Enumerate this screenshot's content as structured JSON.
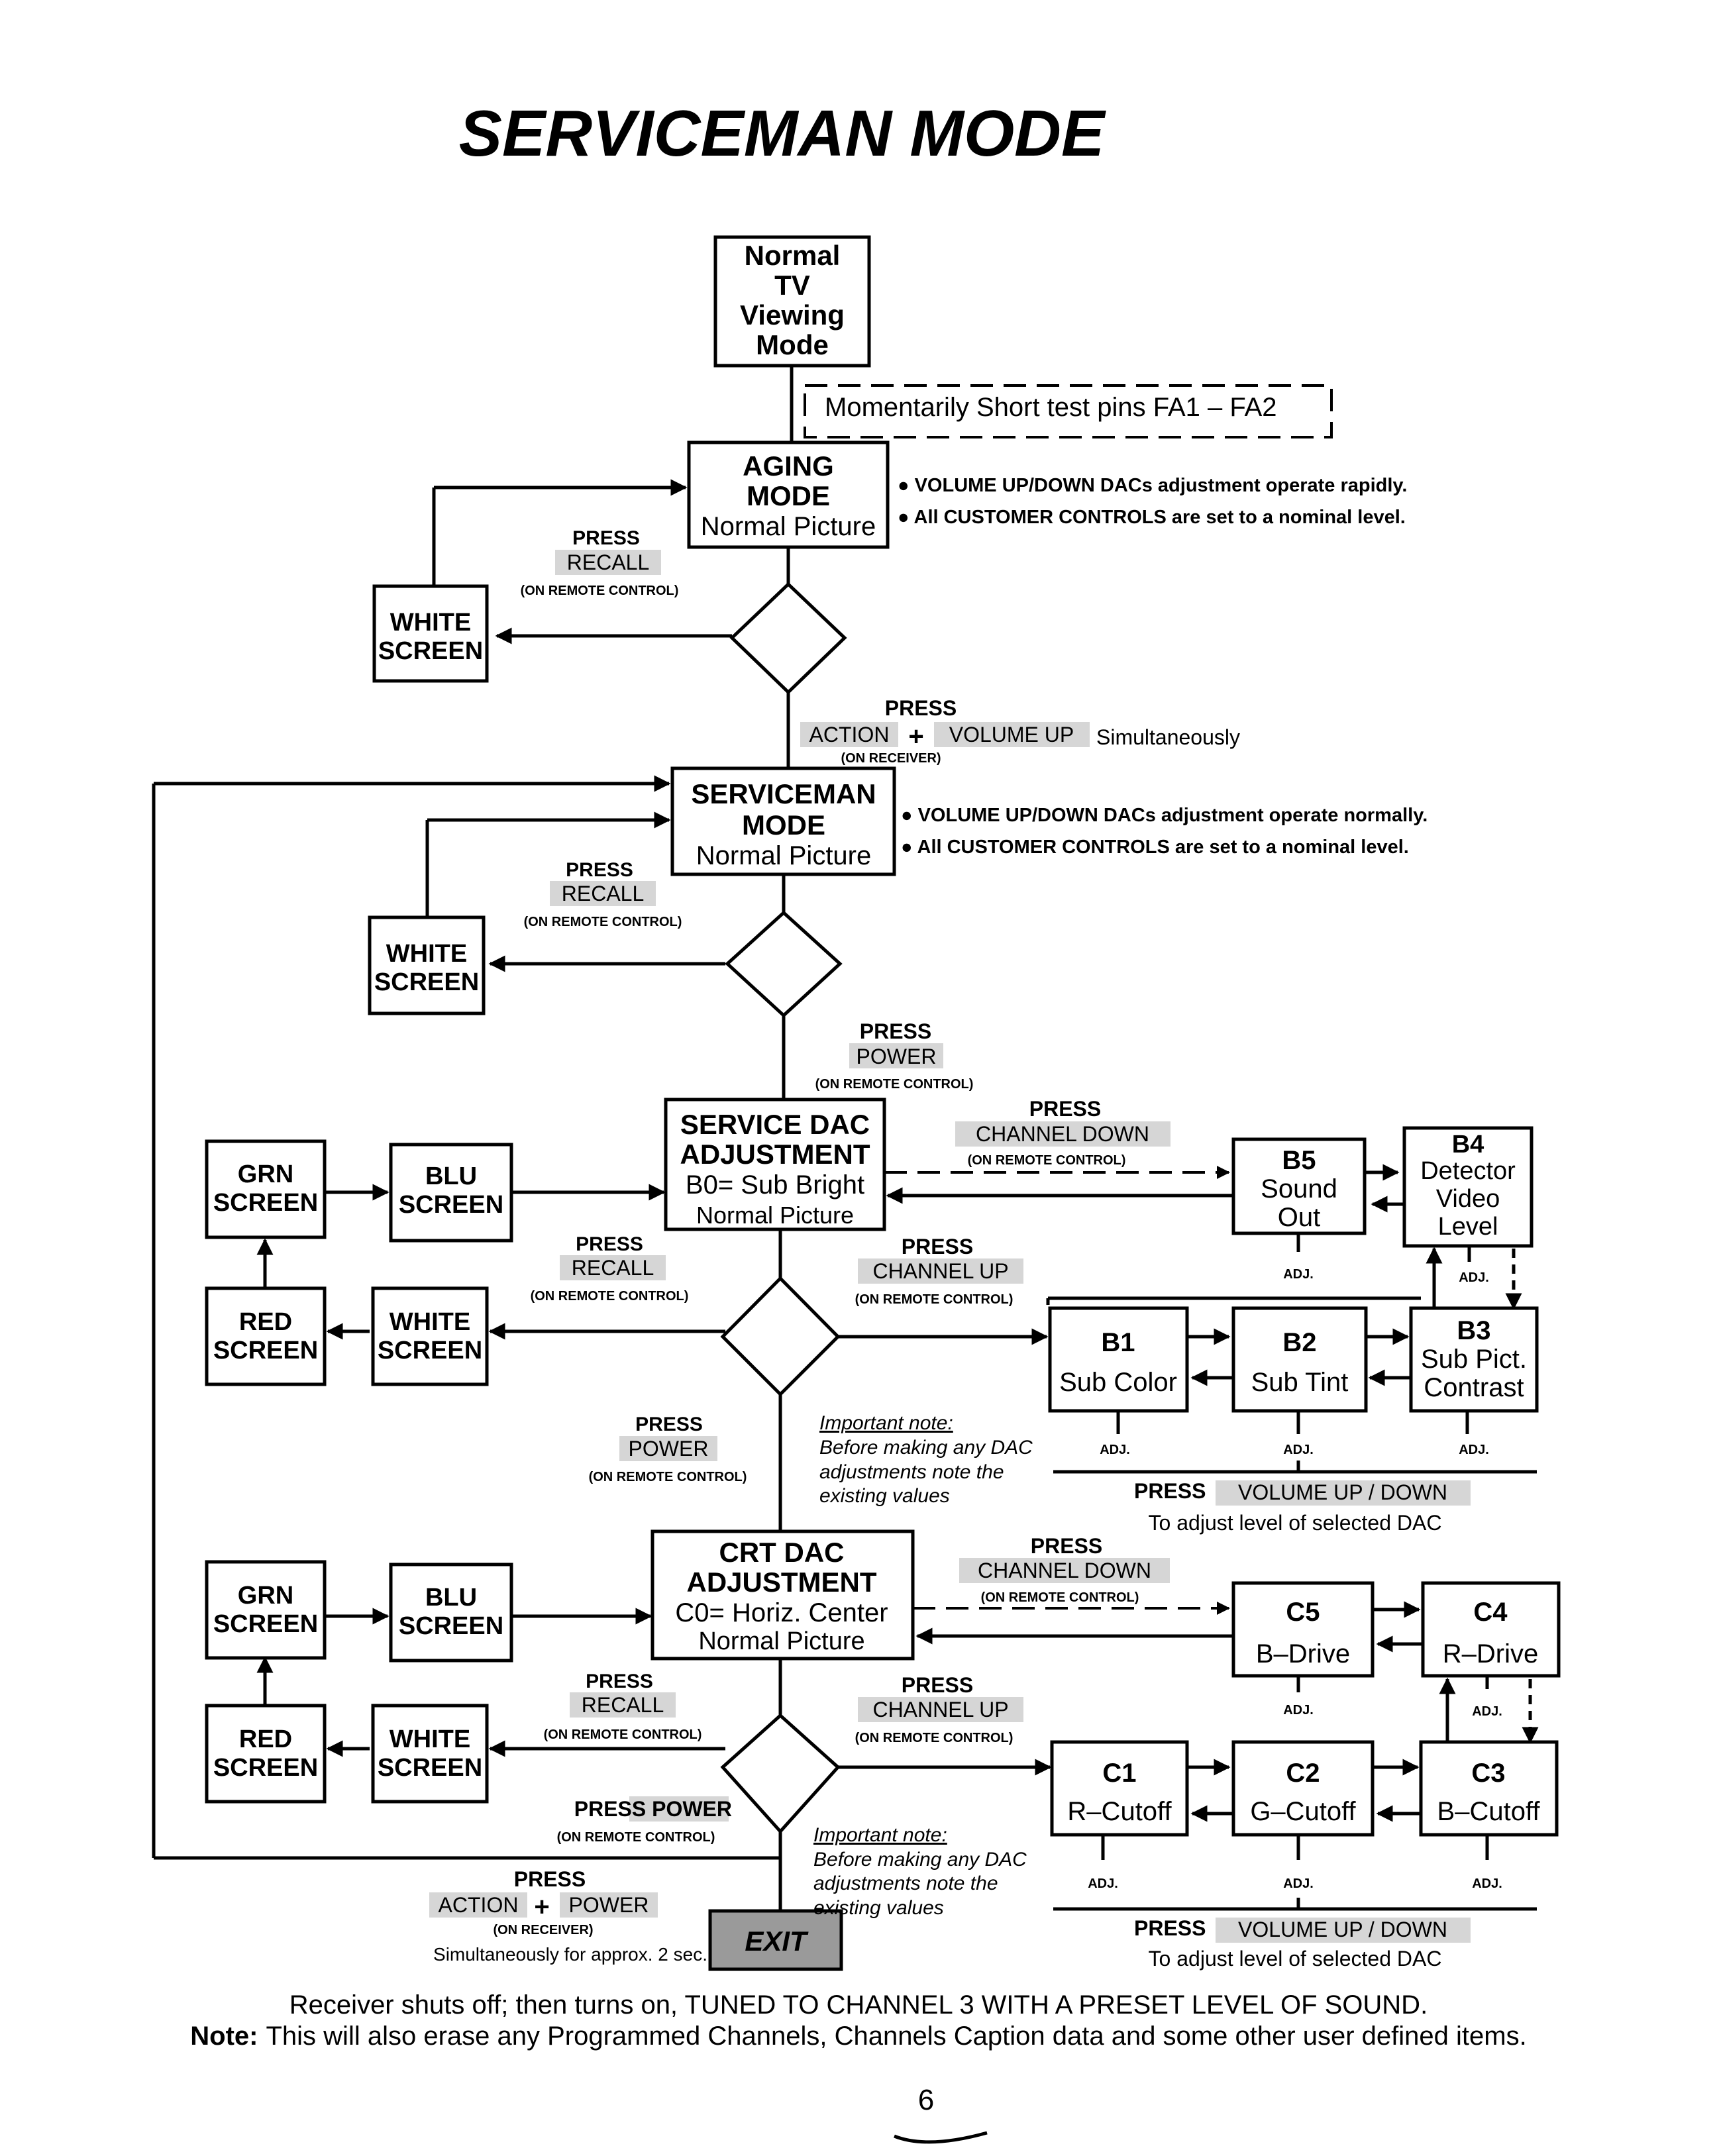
{
  "title": "SERVICEMAN MODE",
  "boxes": {
    "normal_tv": [
      "Normal",
      "TV",
      "Viewing",
      "Mode"
    ],
    "test_pins": "Momentarily Short test pins FA1 – FA2",
    "aging": [
      "AGING",
      "MODE",
      "Normal Picture"
    ],
    "serviceman": [
      "SERVICEMAN",
      "MODE",
      "Normal Picture"
    ],
    "service_dac": [
      "SERVICE DAC",
      "ADJUSTMENT",
      "B0= Sub Bright",
      "Normal Picture"
    ],
    "crt_dac": [
      "CRT DAC",
      "ADJUSTMENT",
      "C0= Horiz. Center",
      "Normal Picture"
    ],
    "white_screen": [
      "WHITE",
      "SCREEN"
    ],
    "red_screen": [
      "RED",
      "SCREEN"
    ],
    "grn_screen": [
      "GRN",
      "SCREEN"
    ],
    "blu_screen": [
      "BLU",
      "SCREEN"
    ],
    "b5": [
      "B5",
      "Sound",
      "Out"
    ],
    "b4": [
      "B4",
      "Detector",
      "Video",
      "Level"
    ],
    "b1": [
      "B1",
      "Sub Color"
    ],
    "b2": [
      "B2",
      "Sub Tint"
    ],
    "b3": [
      "B3",
      "Sub Pict.",
      "Contrast"
    ],
    "c5": [
      "C5",
      "B–Drive"
    ],
    "c4": [
      "C4",
      "R–Drive"
    ],
    "c1": [
      "C1",
      "R–Cutoff"
    ],
    "c2": [
      "C2",
      "G–Cutoff"
    ],
    "c3": [
      "C3",
      "B–Cutoff"
    ],
    "exit": "EXIT"
  },
  "notes": {
    "aging_1": "● VOLUME UP/DOWN DACs adjustment operate rapidly.",
    "aging_2": "● All CUSTOMER CONTROLS are set to a nominal level.",
    "serviceman_1": "● VOLUME UP/DOWN DACs adjustment operate normally.",
    "serviceman_2": "● All CUSTOMER CONTROLS are set to a nominal level.",
    "important_title": "Important note:",
    "important_lines": [
      "Before making any DAC",
      "adjustments note the",
      "existing values"
    ]
  },
  "labels": {
    "press": "PRESS",
    "recall": "RECALL",
    "power": "POWER",
    "press_power": "PRESS POWER",
    "action": "ACTION",
    "plus": "+",
    "volume_up": "VOLUME UP",
    "simultaneously": "Simultaneously",
    "channel_down": "CHANNEL DOWN",
    "channel_up": "CHANNEL UP",
    "on_remote": "(ON REMOTE CONTROL)",
    "on_receiver": "(ON RECEIVER)",
    "adj": "ADJ.",
    "volume_updown": "VOLUME UP / DOWN",
    "adjust_level": "To adjust level of selected DAC",
    "simultaneously_2sec": "Simultaneously for approx. 2 sec."
  },
  "footer": {
    "line1": "Receiver shuts off; then turns on, TUNED TO CHANNEL 3 WITH A PRESET LEVEL OF SOUND.",
    "note_label": "Note:",
    "line2": "This will also erase any Programmed Channels, Channels Caption data and some other user defined items.",
    "page_number": "6"
  }
}
